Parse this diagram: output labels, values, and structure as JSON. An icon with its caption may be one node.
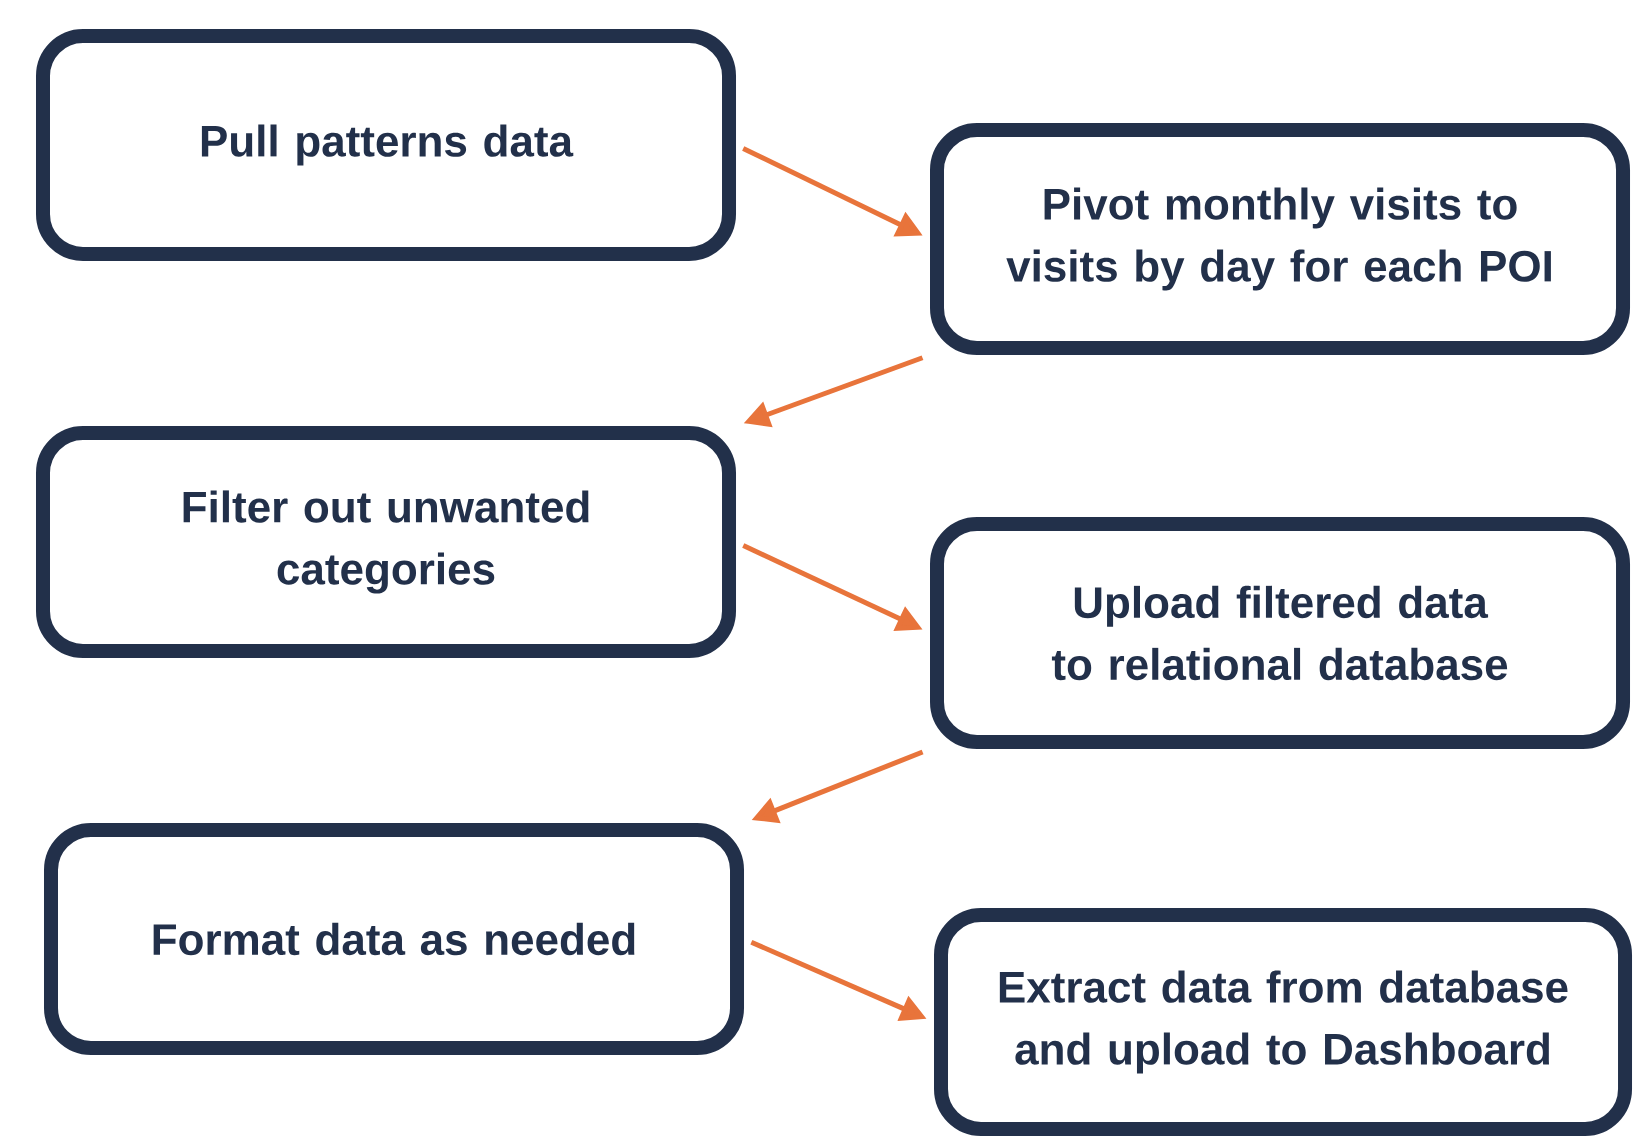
{
  "diagram": {
    "nodes": [
      {
        "text": [
          "Pull patterns data"
        ]
      },
      {
        "text": [
          "Pivot monthly visits to visits by day for each POI"
        ]
      },
      {
        "text": [
          "Filter out unwanted categories"
        ]
      },
      {
        "text": [
          "Upload filtered data to relational database"
        ]
      },
      {
        "text": [
          "Format data as needed"
        ]
      },
      {
        "text": [
          "Extract data from database and upload to Dashboard"
        ]
      }
    ],
    "edges": [
      {
        "from": 0,
        "to": 1,
        "arrow": "to"
      },
      {
        "from": 1,
        "to": 2,
        "arrow": "to"
      },
      {
        "from": 2,
        "to": 3,
        "arrow": "to"
      },
      {
        "from": 3,
        "to": 4,
        "arrow": "to"
      },
      {
        "from": 4,
        "to": 5,
        "arrow": "to"
      }
    ]
  }
}
